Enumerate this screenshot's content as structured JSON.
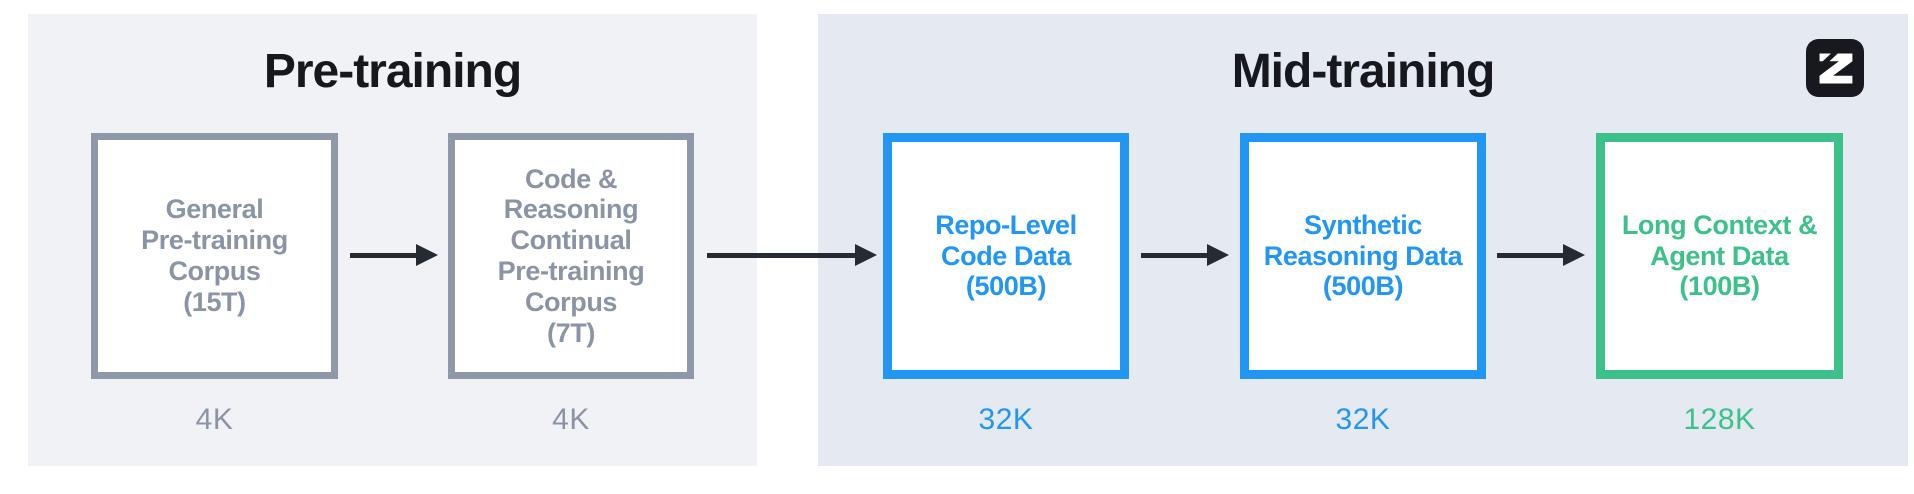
{
  "colors": {
    "page_bg": "#ffffff",
    "pretrain_bg": "#F1F2F6",
    "midtrain_bg": "#E4E9F2",
    "gray_border": "#8E98A8",
    "gray_text": "#8A94A4",
    "blue": "#2196F3",
    "green": "#3CC18A",
    "title_text": "#16181D",
    "arrow": "#262A31",
    "logo_bg": "#17191E",
    "logo_glyph": "#FFFFFF"
  },
  "sections": [
    {
      "title": "Pre-training",
      "boxes": [
        {
          "lines": [
            "General",
            "Pre-training",
            "Corpus",
            "(15T)"
          ],
          "context_window": "4K"
        },
        {
          "lines": [
            "Code &",
            "Reasoning",
            "Continual",
            "Pre-training",
            "Corpus",
            "(7T)"
          ],
          "context_window": "4K"
        }
      ]
    },
    {
      "title": "Mid-training",
      "boxes": [
        {
          "lines": [
            "Repo-Level",
            "Code Data",
            "(500B)"
          ],
          "context_window": "32K"
        },
        {
          "lines": [
            "Synthetic",
            "Reasoning Data",
            "(500B)"
          ],
          "context_window": "32K"
        },
        {
          "lines": [
            "Long Context &",
            "Agent Data",
            "(100B)"
          ],
          "context_window": "128K"
        }
      ]
    }
  ],
  "logo": {
    "letter": "Z"
  }
}
